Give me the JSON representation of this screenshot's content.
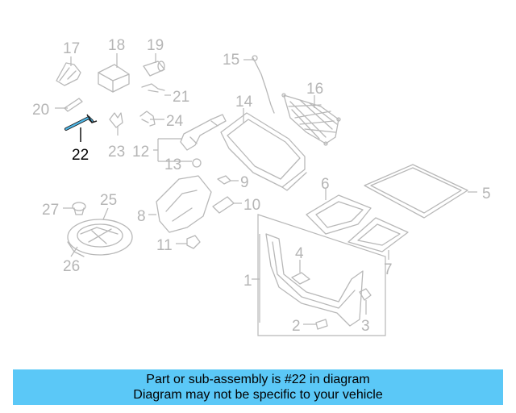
{
  "highlight_color": "#4fb8e8",
  "banner_color": "#5bc8f7",
  "highlighted_part": "22",
  "callouts": [
    "1",
    "2",
    "3",
    "4",
    "5",
    "6",
    "7",
    "8",
    "9",
    "10",
    "11",
    "12",
    "13",
    "14",
    "15",
    "16",
    "17",
    "18",
    "19",
    "20",
    "21",
    "22",
    "23",
    "24",
    "25",
    "26",
    "27"
  ],
  "banner": {
    "line1": "Part or sub-assembly is #22 in diagram",
    "line2": "Diagram may not be specific to your vehicle"
  }
}
